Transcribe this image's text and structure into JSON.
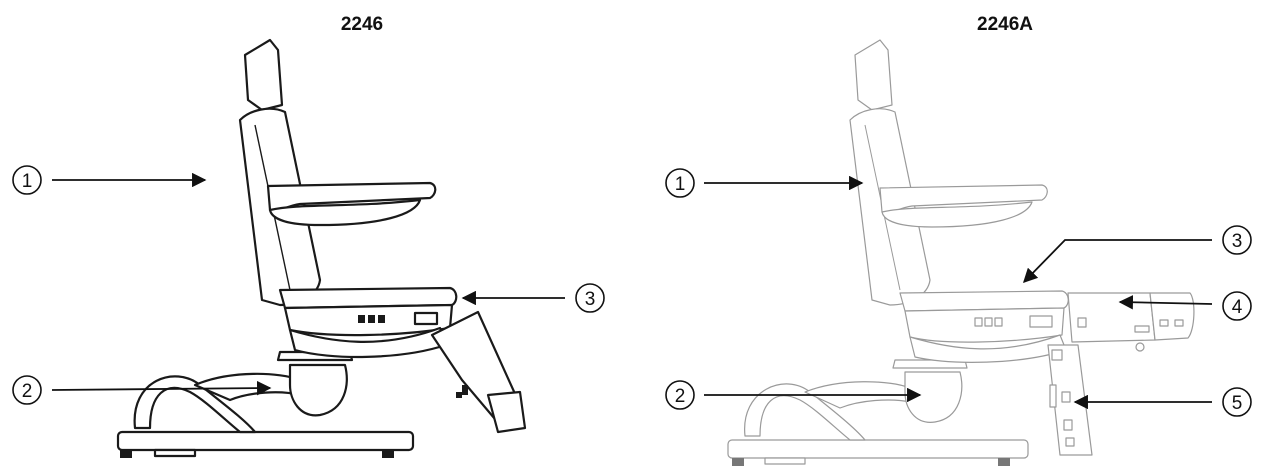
{
  "figure": {
    "left_title": "2246",
    "right_title": "2246A",
    "left_callouts": [
      "1",
      "2",
      "3"
    ],
    "right_callouts": [
      "1",
      "2",
      "3",
      "4",
      "5"
    ]
  }
}
